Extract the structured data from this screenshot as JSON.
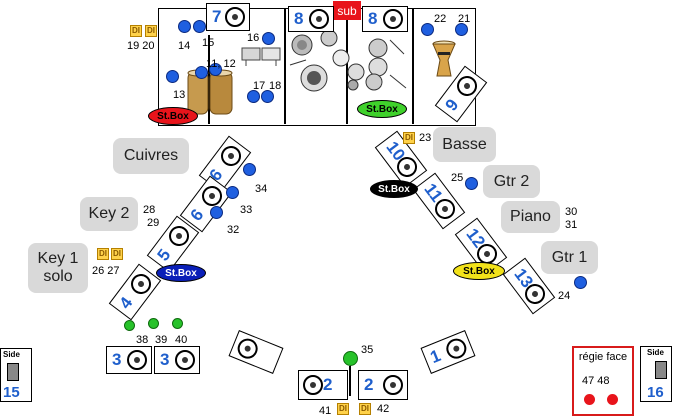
{
  "sub": "sub",
  "zones": {
    "cuivres": "Cuivres",
    "key2": "Key 2",
    "key1": "Key 1\nsolo",
    "basse": "Basse",
    "gtr2": "Gtr 2",
    "piano": "Piano",
    "gtr1": "Gtr 1",
    "regie": "régie face"
  },
  "stbox": {
    "red": "St.Box",
    "green": "St.Box",
    "black": "St.Box",
    "blue": "St.Box",
    "yellow": "St.Box"
  },
  "di": "DI",
  "monitors": {
    "m7": "7",
    "m8a": "8",
    "m8b": "8",
    "m9": "9",
    "m6a": "6",
    "m6b": "6",
    "m5": "5",
    "m4": "4",
    "m10": "10",
    "m11": "11",
    "m12": "12",
    "m13": "13",
    "m3a": "3",
    "m3b": "3",
    "m1a": "1",
    "m1b": "1",
    "m2a": "2",
    "m2b": "2",
    "m15": "15",
    "m16": "16"
  },
  "side_label": "Side",
  "channels": {
    "c19_20": "19 20",
    "c14": "14",
    "c15": "15",
    "c13": "13",
    "c11_12": "11, 12",
    "c16": "16",
    "c17": "17",
    "c18": "18",
    "c22": "22",
    "c21": "21",
    "c23": "23",
    "c34": "34",
    "c33": "33",
    "c32": "32",
    "c28": "28",
    "c29": "29",
    "c26_27": "26 27",
    "c25": "25",
    "c30": "30",
    "c31": "31",
    "c24": "24",
    "c38": "38",
    "c39": "39",
    "c40": "40",
    "c35": "35",
    "c41": "41",
    "c42": "42",
    "c47_48": "47 48"
  },
  "colors": {
    "accent_blue": "#1f5fcc",
    "mic_blue": "#1f5fe0",
    "mic_green": "#27c22a",
    "sub_red": "#e8141b",
    "stbox_red": "#e8141b",
    "stbox_green": "#3fd12b",
    "stbox_black": "#000000",
    "stbox_blue": "#0a1fb8",
    "stbox_yellow": "#f2e21a",
    "zone_grey": "#d9d9d9",
    "regie_border": "#d81b1b"
  }
}
